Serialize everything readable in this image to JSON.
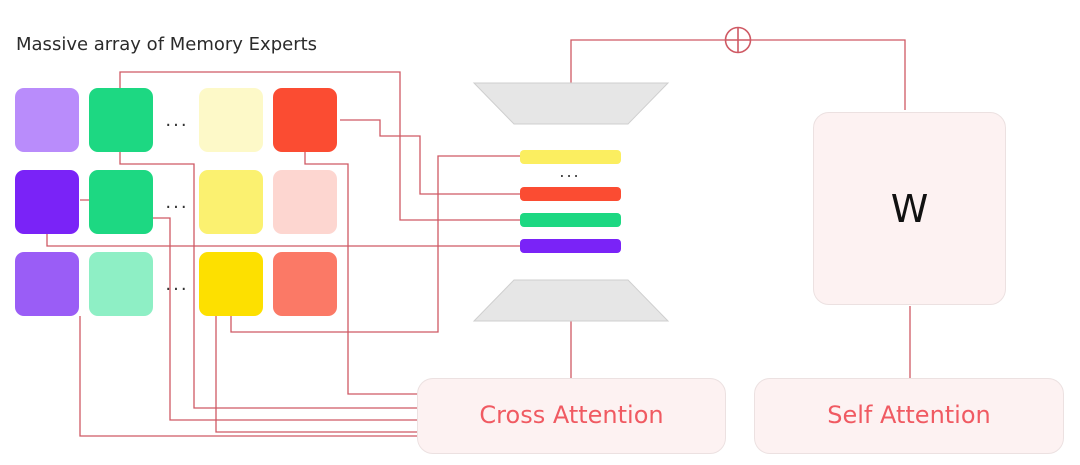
{
  "title": "Massive array of Memory Experts",
  "ellipsis": "...",
  "experts": [
    [
      {
        "color": "#b98cfb"
      },
      {
        "color": "#1dd882"
      },
      {
        "color": "#fdf9c8"
      },
      {
        "color": "#fb4c32"
      }
    ],
    [
      {
        "color": "#7a23f7"
      },
      {
        "color": "#1dd882"
      },
      {
        "color": "#fbf170"
      },
      {
        "color": "#fdd6d0"
      }
    ],
    [
      {
        "color": "#9a5df6"
      },
      {
        "color": "#8eefc5"
      },
      {
        "color": "#fde000"
      },
      {
        "color": "#fb7966"
      }
    ]
  ],
  "tokens": [
    {
      "color": "#fbee60"
    },
    {
      "color": "#fb4c32"
    },
    {
      "color": "#1dd882"
    },
    {
      "color": "#7a23f7"
    }
  ],
  "blocks": {
    "w_label": "W",
    "cross_attention": "Cross Attention",
    "self_attention": "Self Attention"
  },
  "colors": {
    "connector": "#cf5964",
    "block_fill": "#fdf2f2",
    "block_label": "#f05a62",
    "trapezoid": "#e6e6e6"
  }
}
